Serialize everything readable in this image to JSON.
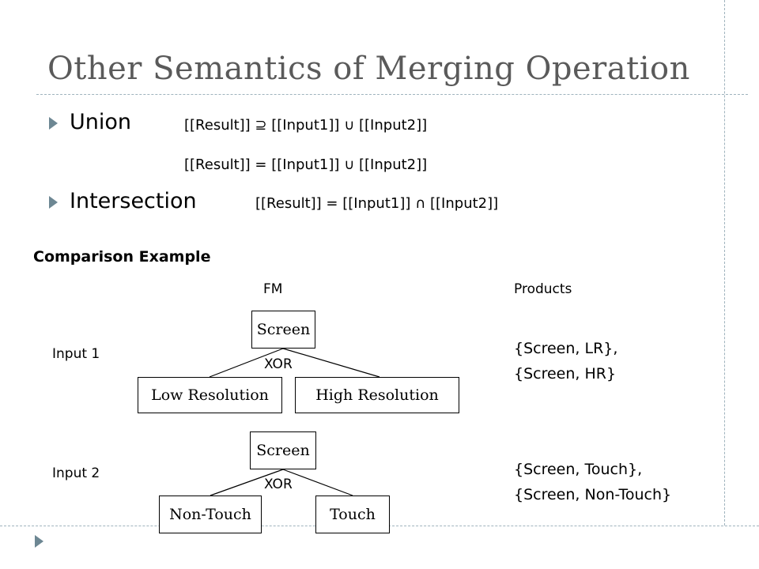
{
  "slide": {
    "title": "Other Semantics of Merging Operation",
    "union": {
      "term": "Union",
      "formula_1": "[[Result]] ⊇ [[Input1]] ∪ [[Input2]]",
      "formula_2": "[[Result]] = [[Input1]] ∪ [[Input2]]"
    },
    "intersection": {
      "term": "Intersection",
      "formula": "[[Result]] = [[Input1]] ∩ [[Input2]]"
    },
    "comparison_heading": "Comparison Example",
    "col_fm": "FM",
    "col_products": "Products",
    "input1": {
      "label": "Input 1",
      "root": "Screen",
      "group": "XOR",
      "children": [
        "Low Resolution",
        "High Resolution"
      ],
      "products": [
        "{Screen, LR},",
        "{Screen, HR}"
      ]
    },
    "input2": {
      "label": "Input 2",
      "root": "Screen",
      "group": "XOR",
      "children": [
        "Non-Touch",
        "Touch"
      ],
      "products": [
        "{Screen, Touch},",
        "{Screen, Non-Touch}"
      ]
    }
  }
}
